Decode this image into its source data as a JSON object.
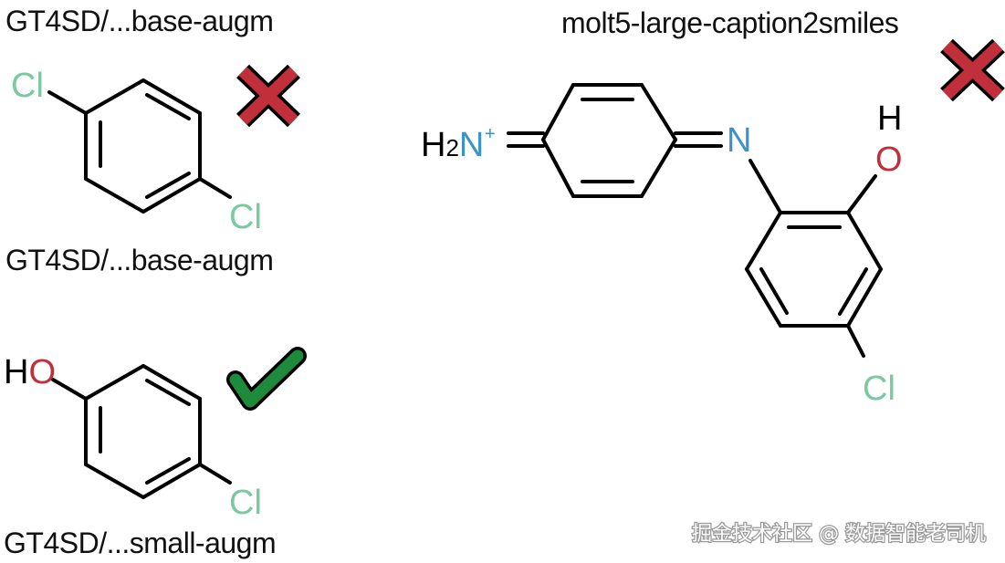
{
  "colors": {
    "chlorine": "#7ac9a0",
    "oxygen": "#c1303a",
    "nitrogen": "#3d93c8",
    "cross": "#c1303a",
    "check": "#1d8a3c",
    "outline": "#000000"
  },
  "labels": {
    "top_left": "GT4SD/...base-augm",
    "middle_left": "GT4SD/...base-augm",
    "bottom_left": "GT4SD/...small-augm",
    "top_right": "molt5-large-caption2smiles"
  },
  "molecules": {
    "dichlorobenzene": {
      "atom_top": "Cl",
      "atom_bottom": "Cl",
      "mark": "cross-icon"
    },
    "chlorophenol": {
      "atom_top_h": "H",
      "atom_top_o": "O",
      "atom_bottom": "Cl",
      "mark": "check-icon"
    },
    "indophenol": {
      "iminium_h": "H",
      "iminium_sub": "2",
      "iminium_n": "N",
      "iminium_charge": "+",
      "imine_n": "N",
      "hydroxyl_h": "H",
      "hydroxyl_o": "O",
      "chlorine": "Cl",
      "mark": "cross-icon"
    }
  },
  "watermark": "掘金技术社区 @ 数据智能老司机"
}
